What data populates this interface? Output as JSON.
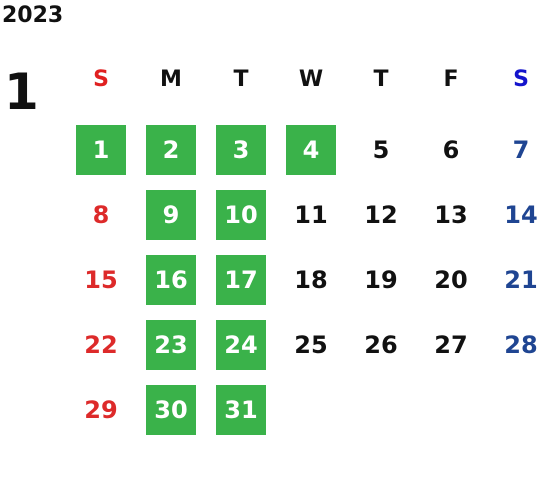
{
  "header": {
    "year": "2023",
    "month": "1"
  },
  "weekdays": [
    "S",
    "M",
    "T",
    "W",
    "T",
    "F",
    "S"
  ],
  "weeks": [
    [
      {
        "label": "1",
        "highlighted": true
      },
      {
        "label": "2",
        "highlighted": true
      },
      {
        "label": "3",
        "highlighted": true
      },
      {
        "label": "4",
        "highlighted": true
      },
      {
        "label": "5",
        "highlighted": false
      },
      {
        "label": "6",
        "highlighted": false
      },
      {
        "label": "7",
        "highlighted": false
      }
    ],
    [
      {
        "label": "8",
        "highlighted": false
      },
      {
        "label": "9",
        "highlighted": true
      },
      {
        "label": "10",
        "highlighted": true
      },
      {
        "label": "11",
        "highlighted": false
      },
      {
        "label": "12",
        "highlighted": false
      },
      {
        "label": "13",
        "highlighted": false
      },
      {
        "label": "14",
        "highlighted": false
      }
    ],
    [
      {
        "label": "15",
        "highlighted": false
      },
      {
        "label": "16",
        "highlighted": true
      },
      {
        "label": "17",
        "highlighted": true
      },
      {
        "label": "18",
        "highlighted": false
      },
      {
        "label": "19",
        "highlighted": false
      },
      {
        "label": "20",
        "highlighted": false
      },
      {
        "label": "21",
        "highlighted": false
      }
    ],
    [
      {
        "label": "22",
        "highlighted": false
      },
      {
        "label": "23",
        "highlighted": true
      },
      {
        "label": "24",
        "highlighted": true
      },
      {
        "label": "25",
        "highlighted": false
      },
      {
        "label": "26",
        "highlighted": false
      },
      {
        "label": "27",
        "highlighted": false
      },
      {
        "label": "28",
        "highlighted": false
      }
    ],
    [
      {
        "label": "29",
        "highlighted": false
      },
      {
        "label": "30",
        "highlighted": true
      },
      {
        "label": "31",
        "highlighted": true
      }
    ]
  ],
  "colors": {
    "highlight_bg": "#3ab24a",
    "highlight_text": "#ffffff",
    "sunday_header": "#e02020",
    "saturday_header": "#1414cc",
    "sunday_date": "#dd2a2a",
    "saturday_date": "#1f4592",
    "default_text": "#111111"
  }
}
